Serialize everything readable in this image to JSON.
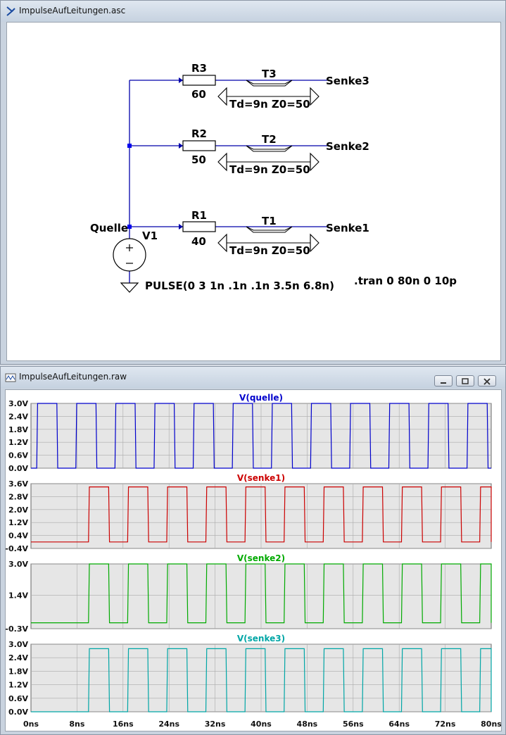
{
  "schematic_window": {
    "title": "ImpulseAufLeitungen.asc",
    "components": {
      "r3": {
        "name": "R3",
        "value": "60"
      },
      "r2": {
        "name": "R2",
        "value": "50"
      },
      "r1": {
        "name": "R1",
        "value": "40"
      },
      "t3": {
        "name": "T3",
        "params": "Td=9n Z0=50"
      },
      "t2": {
        "name": "T2",
        "params": "Td=9n Z0=50"
      },
      "t1": {
        "name": "T1",
        "params": "Td=9n Z0=50"
      },
      "v1": {
        "name": "V1",
        "value": "PULSE(0 3 1n .1n .1n 3.5n 6.8n)"
      }
    },
    "net_labels": {
      "source": "Quelle",
      "sink1": "Senke1",
      "sink2": "Senke2",
      "sink3": "Senke3"
    },
    "directive": ".tran 0 80n 0 10p"
  },
  "waveform_window": {
    "title": "ImpulseAufLeitungen.raw",
    "buttons": {
      "minimize": "minimize",
      "restore": "restore",
      "close": "close"
    },
    "x_ticks": [
      "0ns",
      "8ns",
      "16ns",
      "24ns",
      "32ns",
      "40ns",
      "48ns",
      "56ns",
      "64ns",
      "72ns",
      "80ns"
    ]
  },
  "chart_data": [
    {
      "type": "line",
      "title": "V(quelle)",
      "color": "#0000cc",
      "xlim": [
        0,
        80
      ],
      "ylim": [
        0,
        3
      ],
      "yticks": [
        "3.0V",
        "2.4V",
        "1.8V",
        "1.2V",
        "0.6V",
        "0.0V"
      ],
      "yticks_values": [
        3.0,
        2.4,
        1.8,
        1.2,
        0.6,
        0.0
      ],
      "waveform": {
        "delay": 1,
        "high": 3,
        "low": 0,
        "period": 6.8,
        "width": 3.5
      }
    },
    {
      "type": "line",
      "title": "V(senke1)",
      "color": "#cc0000",
      "xlim": [
        0,
        80
      ],
      "ylim": [
        -0.4,
        3.6
      ],
      "yticks": [
        "3.6V",
        "2.8V",
        "2.0V",
        "1.2V",
        "0.4V",
        "-0.4V"
      ],
      "yticks_values": [
        3.6,
        2.8,
        2.0,
        1.2,
        0.4,
        -0.4
      ],
      "waveform": {
        "delay": 10,
        "high": 3.4,
        "low": 0.0,
        "period": 6.8,
        "width": 3.5
      }
    },
    {
      "type": "line",
      "title": "V(senke2)",
      "color": "#00aa00",
      "xlim": [
        0,
        80
      ],
      "ylim": [
        -0.3,
        3.0
      ],
      "yticks": [
        "3.0V",
        "1.4V",
        "-0.3V"
      ],
      "yticks_values": [
        3.0,
        1.4,
        -0.3
      ],
      "waveform": {
        "delay": 10,
        "high": 3.0,
        "low": 0.0,
        "period": 6.8,
        "width": 3.5
      }
    },
    {
      "type": "line",
      "title": "V(senke3)",
      "color": "#00a6a6",
      "xlim": [
        0,
        80
      ],
      "ylim": [
        0,
        3
      ],
      "yticks": [
        "3.0V",
        "2.4V",
        "1.8V",
        "1.2V",
        "0.6V",
        "0.0V"
      ],
      "yticks_values": [
        3.0,
        2.4,
        1.8,
        1.2,
        0.6,
        0.0
      ],
      "waveform": {
        "delay": 10,
        "high": 2.8,
        "low": 0.0,
        "period": 6.8,
        "width": 3.5
      }
    }
  ]
}
